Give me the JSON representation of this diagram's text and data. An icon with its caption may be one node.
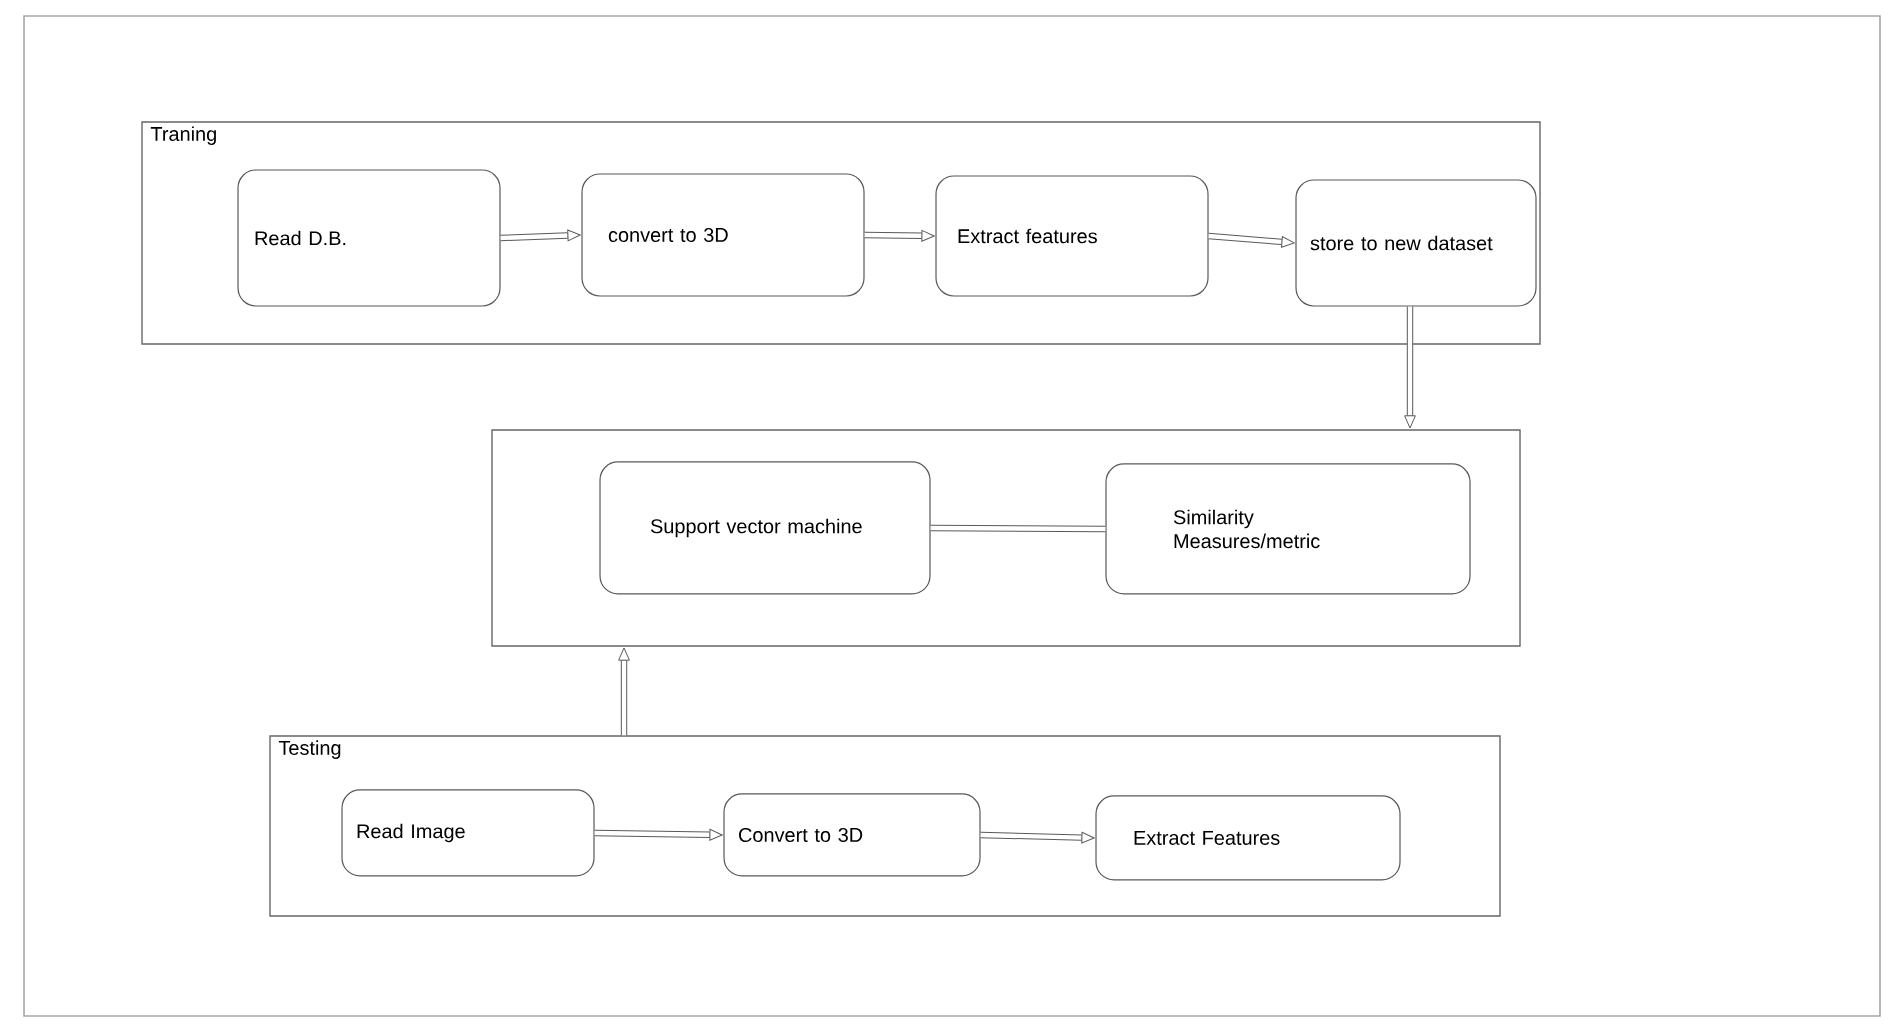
{
  "diagram": {
    "nodes": [
      {
        "text": [
          "Traning"
        ]
      },
      {
        "text": [
          "Read D.B."
        ],
        "in": 0
      },
      {
        "text": [
          "convert to 3D"
        ],
        "in": 0
      },
      {
        "text": [
          "Extract features"
        ],
        "in": 0
      },
      {
        "text": [
          "store to new dataset"
        ],
        "in": 0
      },
      {
        "text": [],
        "shape": "box"
      },
      {
        "text": [
          "Support vector machine"
        ],
        "in": 5
      },
      {
        "text": [
          "Similarity Measures/metric"
        ],
        "in": 5
      },
      {
        "text": [
          "Testing"
        ]
      },
      {
        "text": [
          "Read Image"
        ],
        "in": 8
      },
      {
        "text": [
          "Convert to 3D"
        ],
        "in": 8
      },
      {
        "text": [
          "Extract Features"
        ],
        "in": 8
      }
    ],
    "edges": [
      {
        "from": 1,
        "to": 2,
        "arrow": "to"
      },
      {
        "from": 2,
        "to": 3,
        "arrow": "to"
      },
      {
        "from": 3,
        "to": 4,
        "arrow": "to"
      },
      {
        "from": 4,
        "to": 5,
        "arrow": "to"
      },
      {
        "from": 6,
        "to": 7,
        "arrow": "none"
      },
      {
        "from": 9,
        "to": 10,
        "arrow": "to"
      },
      {
        "from": 10,
        "to": 11,
        "arrow": "to"
      },
      {
        "from": 8,
        "to": 5,
        "arrow": "to"
      }
    ]
  }
}
